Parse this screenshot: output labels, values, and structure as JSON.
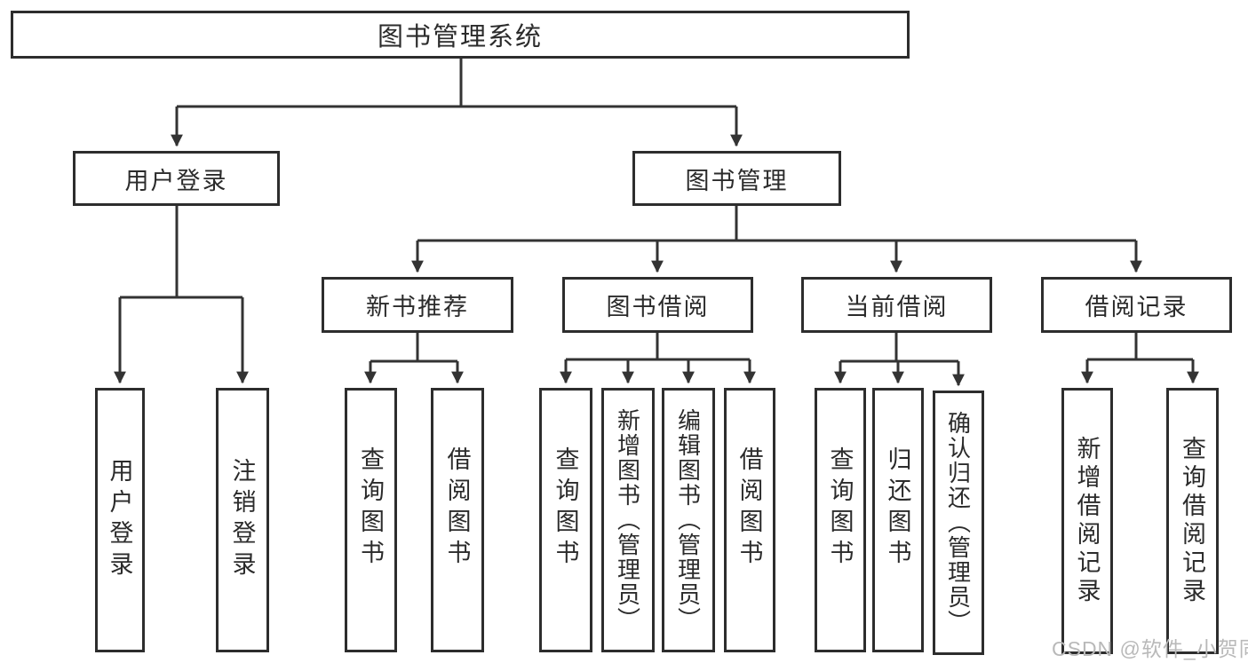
{
  "colors": {
    "line": "#333333",
    "border": "#2d2d2d",
    "text": "#2b2b2b",
    "watermark": "#b9b9b9",
    "bg": "#ffffff"
  },
  "tree": {
    "root": {
      "label": "图书管理系统"
    },
    "branches": [
      {
        "label": "用户登录",
        "children": [
          {
            "label": "用户登录"
          },
          {
            "label": "注销登录"
          }
        ]
      },
      {
        "label": "图书管理",
        "children": [
          {
            "label": "新书推荐",
            "children": [
              {
                "label": "查询图书"
              },
              {
                "label": "借阅图书"
              }
            ]
          },
          {
            "label": "图书借阅",
            "children": [
              {
                "label": "查询图书"
              },
              {
                "label": "新增图书（管理员）"
              },
              {
                "label": "编辑图书（管理员）"
              },
              {
                "label": "借阅图书"
              }
            ]
          },
          {
            "label": "当前借阅",
            "children": [
              {
                "label": "查询图书"
              },
              {
                "label": "归还图书"
              },
              {
                "label": "确认归还（管理员）"
              }
            ]
          },
          {
            "label": "借阅记录",
            "children": [
              {
                "label": "新增借阅记录"
              },
              {
                "label": "查询借阅记录"
              }
            ]
          }
        ]
      }
    ]
  },
  "watermark": {
    "text": "CSDN @软件_小贺同学"
  }
}
